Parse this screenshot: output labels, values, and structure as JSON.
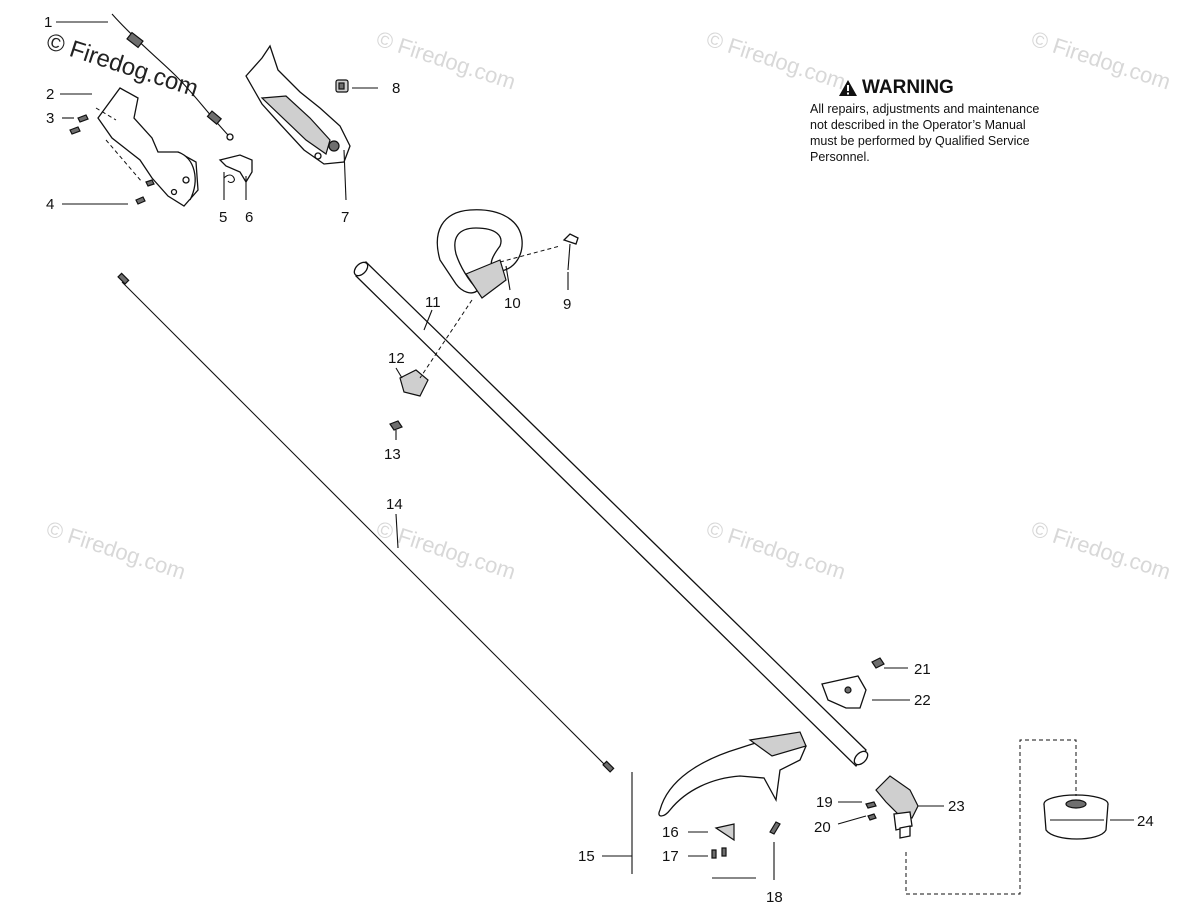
{
  "watermark": {
    "main": "© Firedog.com",
    "repeat": "© Firedog.com"
  },
  "warning": {
    "title": "WARNING",
    "body": "All repairs, adjustments and maintenance not described in the Operator’s Manual must be performed by Qualified Service Personnel."
  },
  "parts": [
    {
      "number": "1"
    },
    {
      "number": "2"
    },
    {
      "number": "3"
    },
    {
      "number": "4"
    },
    {
      "number": "5"
    },
    {
      "number": "6"
    },
    {
      "number": "7"
    },
    {
      "number": "8"
    },
    {
      "number": "9"
    },
    {
      "number": "10"
    },
    {
      "number": "11"
    },
    {
      "number": "12"
    },
    {
      "number": "13"
    },
    {
      "number": "14"
    },
    {
      "number": "15"
    },
    {
      "number": "16"
    },
    {
      "number": "17"
    },
    {
      "number": "18"
    },
    {
      "number": "19"
    },
    {
      "number": "20"
    },
    {
      "number": "21"
    },
    {
      "number": "22"
    },
    {
      "number": "23"
    },
    {
      "number": "24"
    }
  ]
}
